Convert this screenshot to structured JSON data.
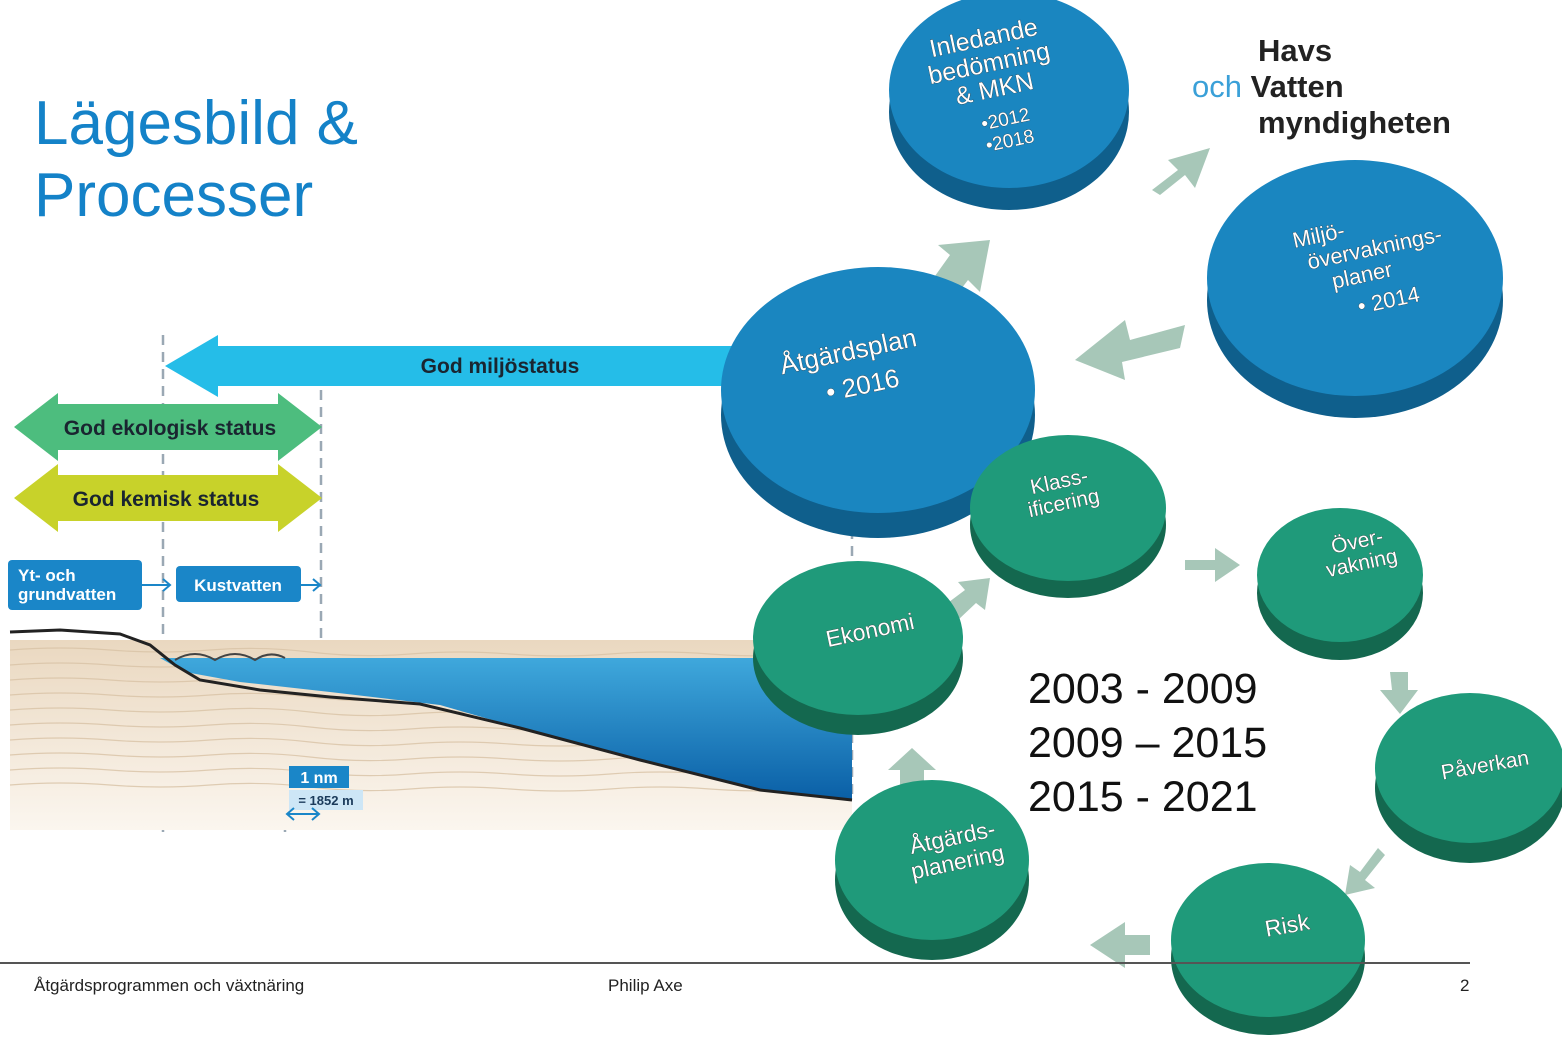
{
  "title": {
    "line1": "Lägesbild &",
    "line2": "Processer"
  },
  "logo": {
    "line1": "Havs",
    "och": "och",
    "line2": "Vatten",
    "line3": "myndigheten"
  },
  "bands": {
    "god_miljostatus": "God miljöstatus",
    "god_ekologisk": "God ekologisk status",
    "god_kemisk": "God kemisk status"
  },
  "water_labels": {
    "yt_line1": "Yt- och",
    "yt_line2": "grundvatten",
    "kustvatten": "Kustvatten",
    "nm": "1 nm",
    "nm_eq": "= 1852 m"
  },
  "big_cycle": [
    {
      "lines": [
        "Inledande",
        "bedömning",
        "& MKN"
      ],
      "items": [
        "•2012",
        "•2018"
      ]
    },
    {
      "lines": [
        "Miljö-",
        "övervaknings-",
        "planer"
      ],
      "items": [
        "• 2014"
      ]
    },
    {
      "lines": [
        "Åtgärdsplan"
      ],
      "items": [
        "• 2016"
      ]
    }
  ],
  "small_cycle": [
    {
      "lines": [
        "Klass-",
        "ificering"
      ]
    },
    {
      "lines": [
        "Över-",
        "vakning"
      ]
    },
    {
      "lines": [
        "Påverkan"
      ]
    },
    {
      "lines": [
        "Risk"
      ]
    },
    {
      "lines": [
        "Åtgärds-",
        "planering"
      ]
    },
    {
      "lines": [
        "Ekonomi"
      ]
    }
  ],
  "years": [
    "2003 - 2009",
    "2009 – 2015",
    "2015 - 2021"
  ],
  "footer": {
    "left": "Åtgärdsprogrammen och växtnäring",
    "center": "Philip Axe",
    "page": "2"
  },
  "colors": {
    "title": "#1482c8",
    "big_disc": "#1a86c0",
    "small_disc": "#1f9a7a",
    "arrow": "#a7c7b8",
    "miljostatus": "#25bde8",
    "ekologisk": "#4dbd7e",
    "kemisk": "#c8d22a",
    "water": "#1176c0",
    "label_box": "#1a86c8"
  }
}
